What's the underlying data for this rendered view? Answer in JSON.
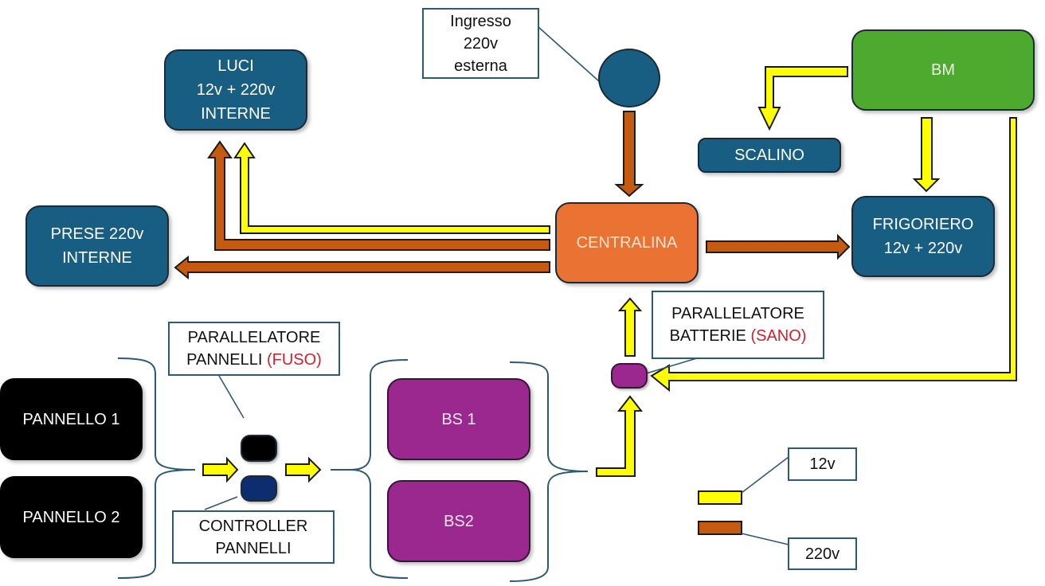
{
  "diagram": {
    "nodes": {
      "luci": {
        "label": "LUCI\n12v + 220v\nINTERNE"
      },
      "prese": {
        "label": "PRESE 220v\nINTERNE"
      },
      "centralina": {
        "label": "CENTRALINA"
      },
      "bm": {
        "label": "BM"
      },
      "scalino": {
        "label": "SCALINO"
      },
      "frigoriero": {
        "label": "FRIGORIERO\n12v + 220v"
      },
      "pannello1": {
        "label": "PANNELLO 1"
      },
      "pannello2": {
        "label": "PANNELLO 2"
      },
      "bs1": {
        "label": "BS 1"
      },
      "bs2": {
        "label": "BS2"
      }
    },
    "callouts": {
      "ingresso": {
        "line1": "Ingresso",
        "line2": "220v",
        "line3": "esterna"
      },
      "parallelatore_pannelli": {
        "line1": "PARALLELATORE",
        "line2_prefix": "PANNELLI ",
        "line2_status": "(FUSO)"
      },
      "controller_pannelli": {
        "line1": "CONTROLLER",
        "line2": "PANNELLI"
      },
      "parallelatore_batterie": {
        "line1": "PARALLELATORE",
        "line2_prefix": "BATTERIE ",
        "line2_status": "(SANO)"
      }
    },
    "legend": [
      {
        "label": "12v",
        "color": "#ffff00"
      },
      {
        "label": "220v",
        "color": "#c55a11"
      }
    ],
    "colors": {
      "wire_12v": "#ffff00",
      "wire_220v": "#c55a11",
      "status_text": "#d0202a"
    },
    "connections": [
      {
        "from": "Ingresso 220v esterna",
        "to": "CENTRALINA",
        "type": "220v"
      },
      {
        "from": "CENTRALINA",
        "to": "LUCI",
        "type": "220v"
      },
      {
        "from": "CENTRALINA",
        "to": "LUCI",
        "type": "12v"
      },
      {
        "from": "CENTRALINA",
        "to": "PRESE 220v INTERNE",
        "type": "220v"
      },
      {
        "from": "CENTRALINA",
        "to": "FRIGORIERO",
        "type": "220v"
      },
      {
        "from": "BM",
        "to": "SCALINO",
        "type": "12v"
      },
      {
        "from": "BM",
        "to": "FRIGORIERO",
        "type": "12v"
      },
      {
        "from": "BM",
        "to": "PARALLELATORE BATTERIE",
        "type": "12v"
      },
      {
        "from": "PANNELLI",
        "to": "CONTROLLER PANNELLI",
        "type": "12v"
      },
      {
        "from": "CONTROLLER PANNELLI",
        "to": "BS",
        "type": "12v"
      },
      {
        "from": "BS",
        "to": "PARALLELATORE BATTERIE",
        "type": "12v"
      },
      {
        "from": "PARALLELATORE BATTERIE",
        "to": "CENTRALINA",
        "type": "12v"
      }
    ]
  }
}
